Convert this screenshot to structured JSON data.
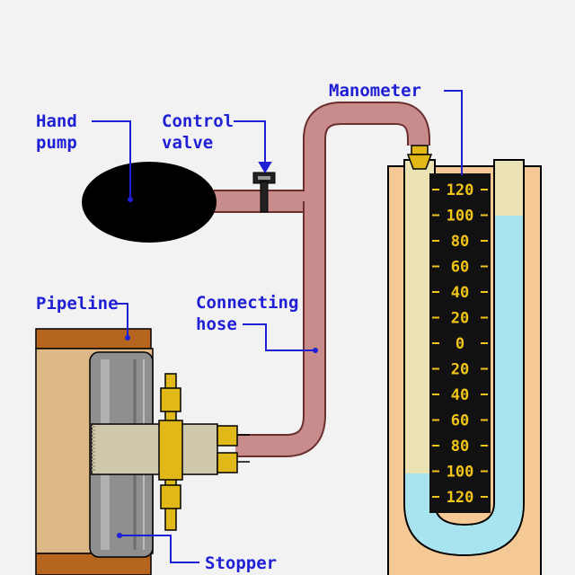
{
  "labels": {
    "hand_pump": [
      "Hand",
      "pump"
    ],
    "control_valve": [
      "Control",
      "valve"
    ],
    "manometer": "Manometer",
    "pipeline": "Pipeline",
    "connecting_hose": [
      "Connecting",
      "hose"
    ],
    "stopper": "Stopper"
  },
  "scale": [
    "120",
    "100",
    "80",
    "60",
    "40",
    "20",
    "0",
    "20",
    "40",
    "60",
    "80",
    "100",
    "120"
  ],
  "colors": {
    "label_text": "#1f1fd6",
    "leader_line": "#1f1fd6",
    "hose": "#c98c8c",
    "hose_outline": "#6b2f2f",
    "pump_bulb": "#000000",
    "pipeline_flange": "#b5651d",
    "pipeline_body": "#deb887",
    "stopper": "#8f8f8f",
    "fitting": "#e0b818",
    "manometer_case": "#f5c996",
    "manometer_tube": "#ece3b5",
    "manometer_fluid": "#a8e4f0",
    "scale_background": "#111111",
    "scale_text": "#f0c419"
  },
  "icons": {
    "valve": "t-valve-icon",
    "fittings": "brass-fitting-icon"
  }
}
